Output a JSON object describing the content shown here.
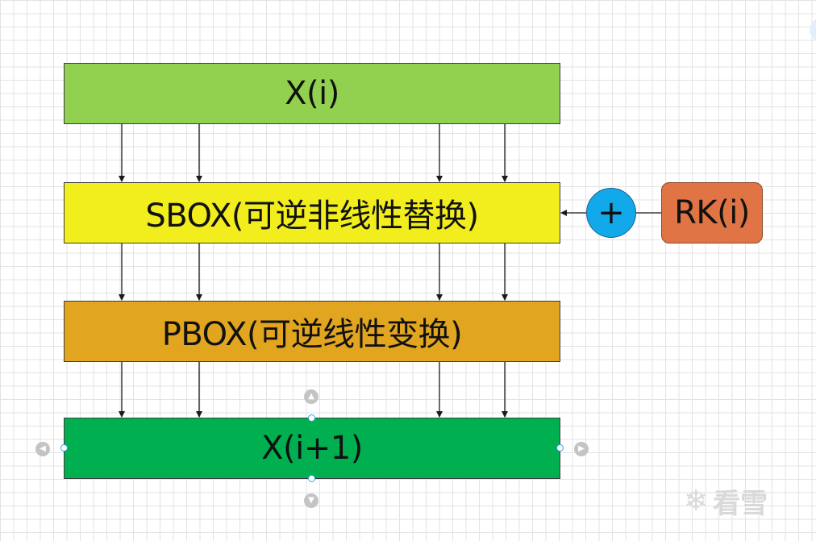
{
  "diagram": {
    "blocks": {
      "x": {
        "label": "X(i)",
        "color": "#92d050"
      },
      "sbox": {
        "label": "SBOX(可逆非线性替换)",
        "color": "#f2ee1e"
      },
      "pbox": {
        "label": "PBOX(可逆线性变换)",
        "color": "#e1a520"
      },
      "x_next": {
        "label": "X(i+1)",
        "color": "#00b050"
      },
      "rk": {
        "label": "RK(i)",
        "color": "#e07444"
      }
    },
    "xor": {
      "symbol": "+",
      "color": "#12a9ea"
    },
    "edges": [
      {
        "from": "X(i)",
        "to": "SBOX(可逆非线性替换)",
        "count": 4
      },
      {
        "from": "SBOX(可逆非线性替换)",
        "to": "PBOX(可逆线性变换)",
        "count": 4
      },
      {
        "from": "PBOX(可逆线性变换)",
        "to": "X(i+1)",
        "count": 4
      },
      {
        "from": "RK(i)",
        "to": "+",
        "count": 1
      },
      {
        "from": "+",
        "to": "SBOX(可逆非线性替换)",
        "count": 1
      }
    ]
  },
  "watermark": {
    "text": "看雪",
    "icon": "snowflake-icon"
  },
  "colors": {
    "line": "#1a1a1a",
    "grid": "#e3e3e3",
    "handle": "#3aa0e0"
  }
}
